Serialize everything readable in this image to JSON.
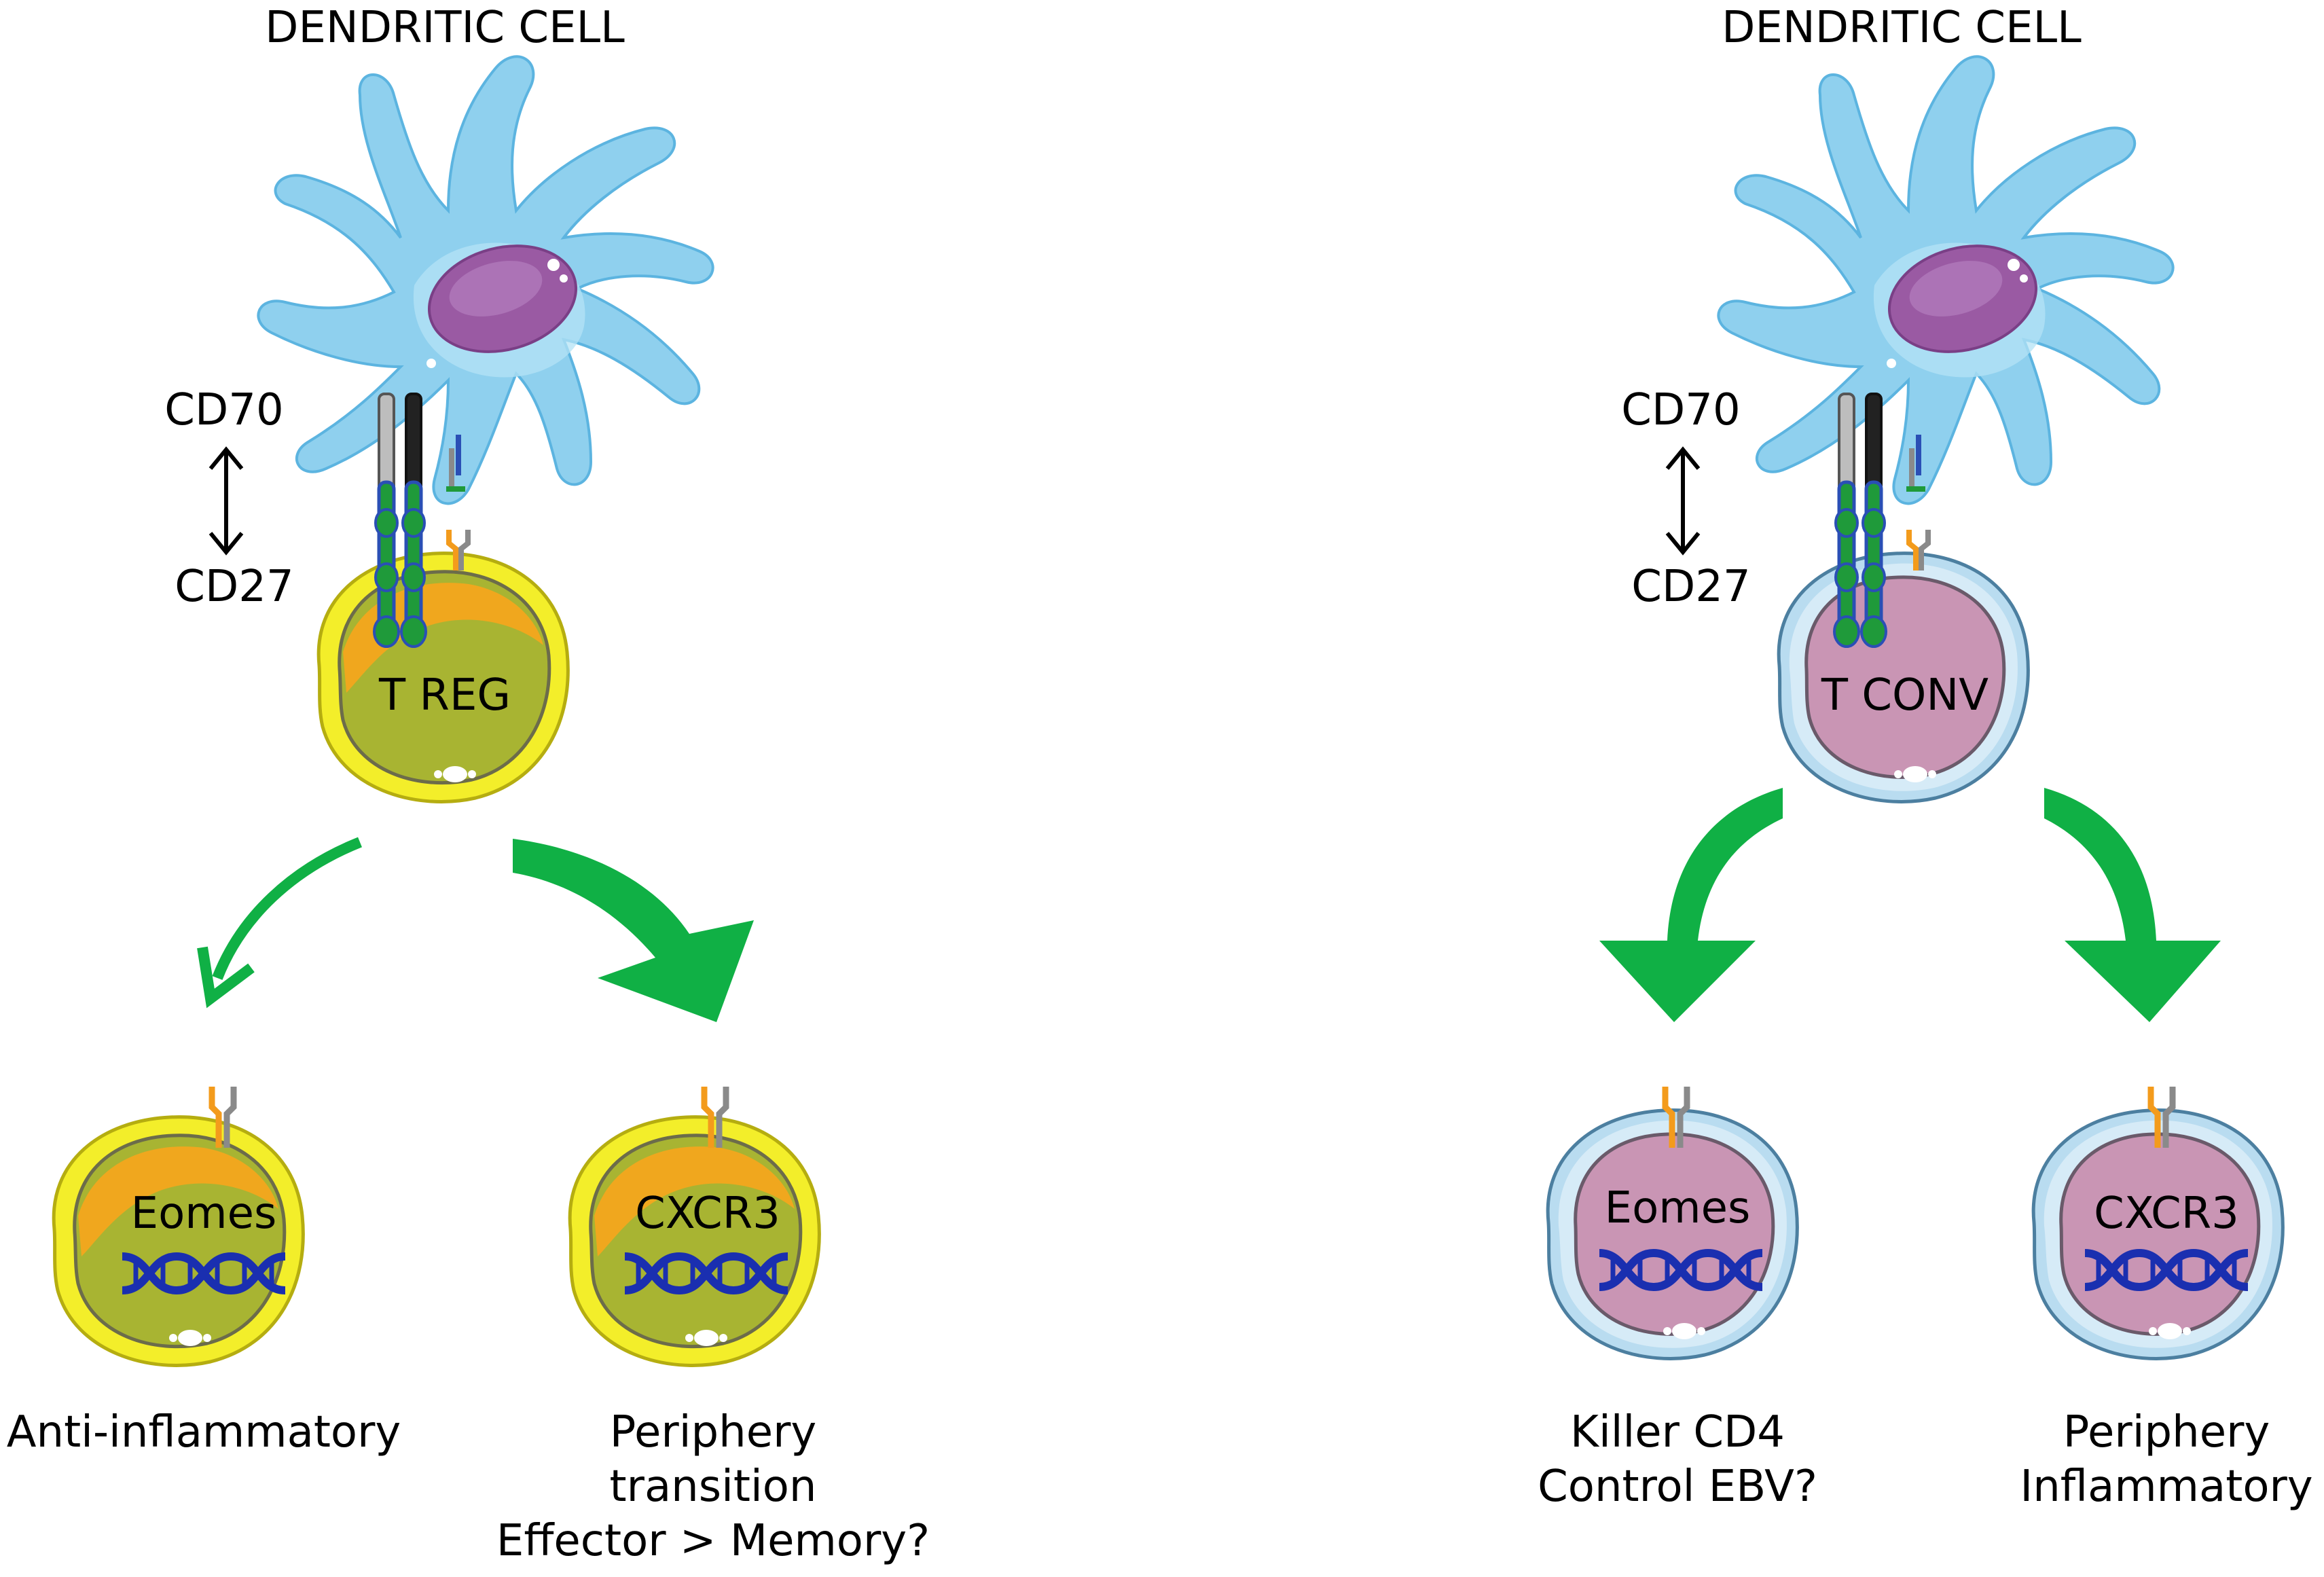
{
  "left_panel": {
    "dendritic_title": "DENDRITIC CELL",
    "ligand_label": "CD70",
    "receptor_label": "CD27",
    "cell_label": "T REG",
    "outcome_a": {
      "gene": "Eomes",
      "caption_lines": [
        "Anti-inflammatory"
      ]
    },
    "outcome_b": {
      "gene": "CXCR3",
      "caption_lines": [
        "Periphery",
        "transition",
        "Effector > Memory?"
      ]
    }
  },
  "right_panel": {
    "dendritic_title": "DENDRITIC CELL",
    "ligand_label": "CD70",
    "receptor_label": "CD27",
    "cell_label": "T CONV",
    "outcome_a": {
      "gene": "Eomes",
      "caption_lines": [
        "Killer CD4",
        "Control EBV?"
      ]
    },
    "outcome_b": {
      "gene": "CXCR3",
      "caption_lines": [
        "Periphery",
        "Inflammatory"
      ]
    }
  },
  "colors": {
    "dendritic_cell": "#8fd0ee",
    "dendritic_nucleus": "#9a5aa3",
    "treg_membrane": "#f3ee2a",
    "treg_nucleus": "#a8b432",
    "tconv_membrane": "#b9dcf0",
    "tconv_nucleus": "#c995b4",
    "arrow_green": "#10b045",
    "dna_blue": "#1a2fb0",
    "receptor_green": "#1f9a3a"
  }
}
